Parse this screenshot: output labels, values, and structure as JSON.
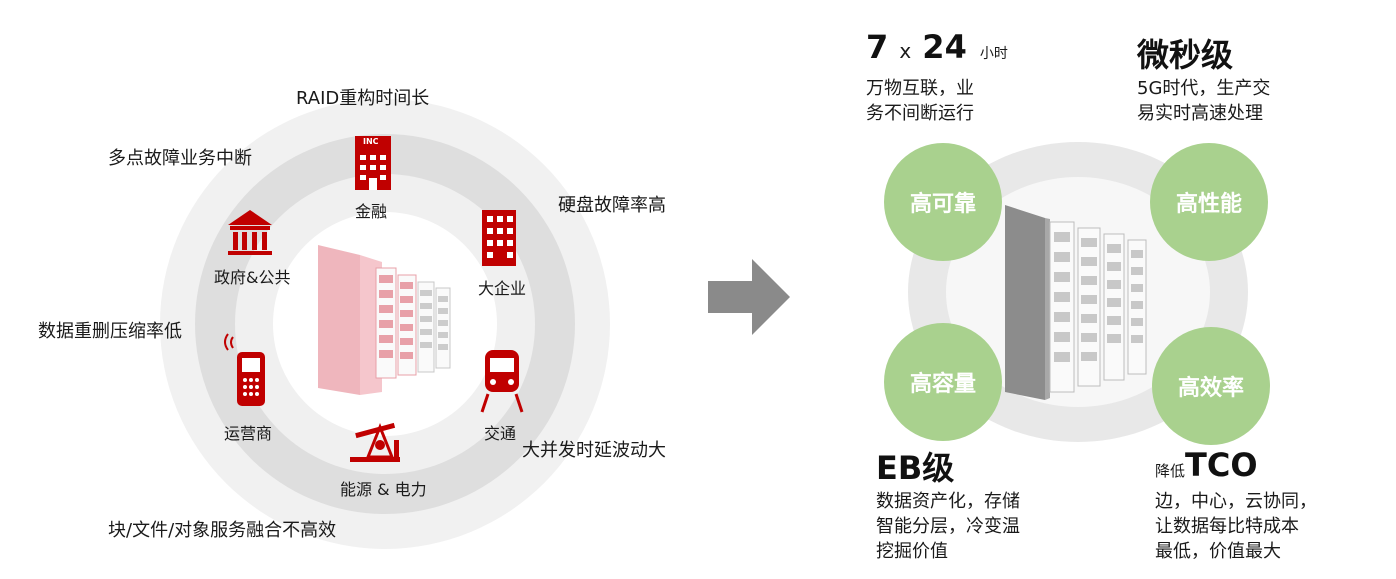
{
  "left": {
    "challenges": {
      "raid": "RAID重构时间长",
      "multi_fault": "多点故障业务中断",
      "disk_fault": "硬盘故障率高",
      "dedup": "数据重删压缩率低",
      "concurrency": "大并发时延波动大",
      "services": "块/文件/对象服务融合不高效"
    },
    "industries": {
      "finance": "金融",
      "government": "政府&公共",
      "enterprise": "大企业",
      "carrier": "运营商",
      "transport": "交通",
      "energy": "能源 & 电力"
    },
    "inc_label": "INC"
  },
  "right": {
    "reliability": {
      "headline_num1": "7",
      "headline_x": "x",
      "headline_num2": "24",
      "headline_unit": "小时",
      "desc_line1": "万物互联，业",
      "desc_line2": "务不间断运行"
    },
    "performance": {
      "headline": "微秒级",
      "desc_line1": "5G时代，生产交",
      "desc_line2": "易实时高速处理"
    },
    "capacity": {
      "headline": "EB级",
      "desc_line1": "数据资产化，存储",
      "desc_line2": "智能分层，冷变温",
      "desc_line3": "挖掘价值"
    },
    "efficiency": {
      "headline_prefix": "降低",
      "headline": "TCO",
      "desc_line1": "边，中心，云协同，",
      "desc_line2": "让数据每比特成本",
      "desc_line3": "最低，价值最大"
    },
    "circles": {
      "reliable": "高可靠",
      "performance": "高性能",
      "capacity": "高容量",
      "efficiency": "高效率"
    }
  },
  "colors": {
    "accent_red": "#c00000",
    "ring_gray": "#e0e0e0",
    "ring_inner": "#d6d6d6",
    "green": "#a9d18e",
    "arrow": "#8a8a8a"
  }
}
